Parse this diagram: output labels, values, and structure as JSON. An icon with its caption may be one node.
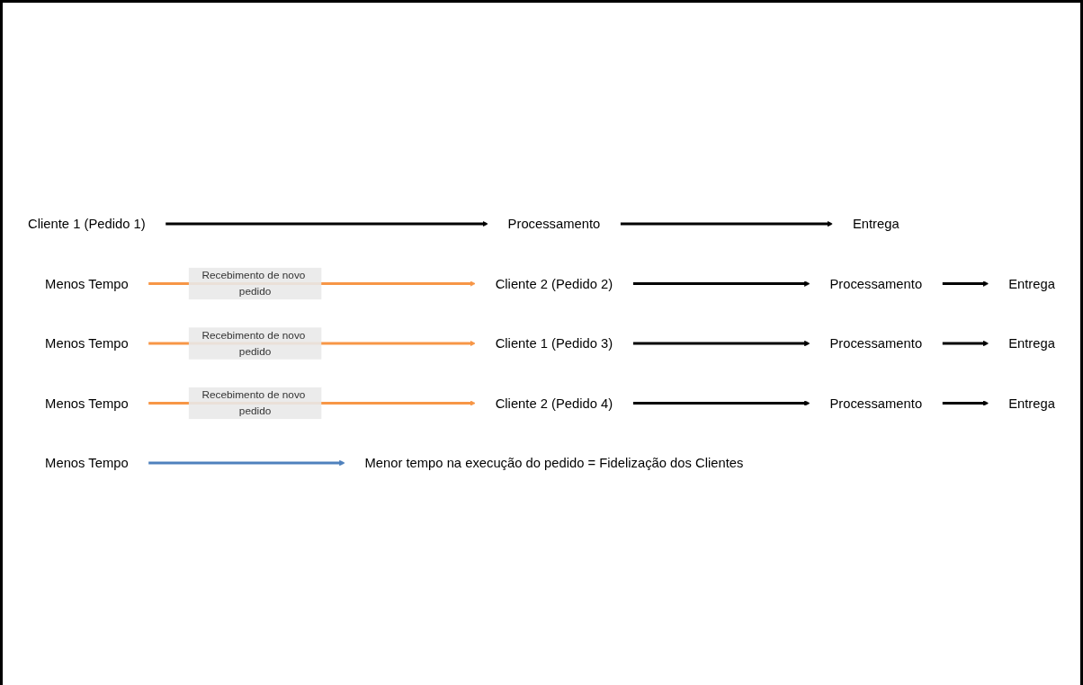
{
  "diagram": {
    "nodes": [
      {
        "text": [
          "Cliente 1 (Pedido 1)"
        ]
      },
      {
        "text": [
          "Processamento"
        ]
      },
      {
        "text": [
          "Entrega"
        ]
      },
      {
        "text": [
          "Menos Tempo"
        ]
      },
      {
        "text": [
          "Cliente 2 (Pedido 2)"
        ]
      },
      {
        "text": [
          "Processamento"
        ]
      },
      {
        "text": [
          "Entrega"
        ]
      },
      {
        "text": [
          "Menos Tempo"
        ]
      },
      {
        "text": [
          "Cliente 1 (Pedido 3)"
        ]
      },
      {
        "text": [
          "Processamento"
        ]
      },
      {
        "text": [
          "Entrega"
        ]
      },
      {
        "text": [
          "Menos Tempo"
        ]
      },
      {
        "text": [
          "Cliente 2 (Pedido 4)"
        ]
      },
      {
        "text": [
          "Processamento"
        ]
      },
      {
        "text": [
          "Entrega"
        ]
      },
      {
        "text": [
          "Menos Tempo"
        ]
      },
      {
        "text": [
          "Menor tempo na execução do pedido = Fidelização dos Clientes"
        ]
      }
    ],
    "edges": [
      {
        "from": 0,
        "to": 1,
        "arrow": "to"
      },
      {
        "from": 1,
        "to": 2,
        "arrow": "to"
      },
      {
        "from": 3,
        "to": 4,
        "arrow": "to",
        "label": "Recebimento de novo pedido",
        "color": "#f79646"
      },
      {
        "from": 4,
        "to": 5,
        "arrow": "to"
      },
      {
        "from": 5,
        "to": 6,
        "arrow": "to"
      },
      {
        "from": 7,
        "to": 8,
        "arrow": "to",
        "label": "Recebimento de novo pedido",
        "color": "#f79646"
      },
      {
        "from": 8,
        "to": 9,
        "arrow": "to"
      },
      {
        "from": 9,
        "to": 10,
        "arrow": "to"
      },
      {
        "from": 11,
        "to": 12,
        "arrow": "to",
        "label": "Recebimento de novo pedido",
        "color": "#f79646"
      },
      {
        "from": 12,
        "to": 13,
        "arrow": "to"
      },
      {
        "from": 13,
        "to": 14,
        "arrow": "to"
      },
      {
        "from": 15,
        "to": 16,
        "arrow": "to",
        "color": "#4f81bd"
      }
    ]
  }
}
